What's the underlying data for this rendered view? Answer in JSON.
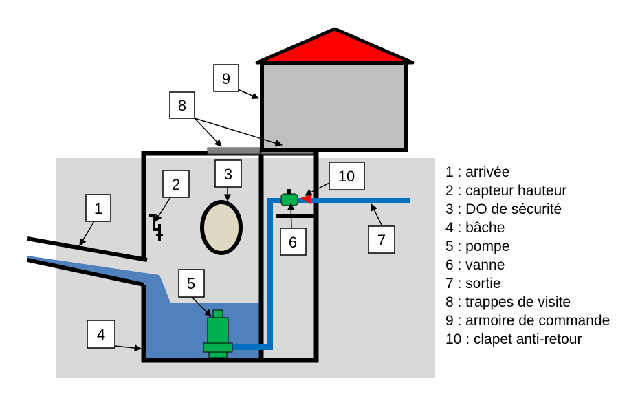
{
  "colors": {
    "ground": "#d9d9d9",
    "water": "#4f81bd",
    "pipe": "#0070c0",
    "pump": "#00b050",
    "roof": "#ff0000",
    "cabinet": "#bfbfbf",
    "hatch": "#808080",
    "overflow": "#ddd9c3"
  },
  "callouts": [
    {
      "id": "1",
      "text": "1"
    },
    {
      "id": "2",
      "text": "2"
    },
    {
      "id": "3",
      "text": "3"
    },
    {
      "id": "4",
      "text": "4"
    },
    {
      "id": "5",
      "text": "5"
    },
    {
      "id": "6",
      "text": "6"
    },
    {
      "id": "7",
      "text": "7"
    },
    {
      "id": "8",
      "text": "8"
    },
    {
      "id": "9",
      "text": "9"
    },
    {
      "id": "10",
      "text": "10"
    }
  ],
  "legend": [
    "1 : arrivée",
    "2 : capteur hauteur",
    "3 : DO de sécurité",
    "4 : bâche",
    "5 : pompe",
    "6 : vanne",
    "7 : sortie",
    "8 : trappes de visite",
    "9 : armoire de commande",
    "10 : clapet anti-retour"
  ]
}
